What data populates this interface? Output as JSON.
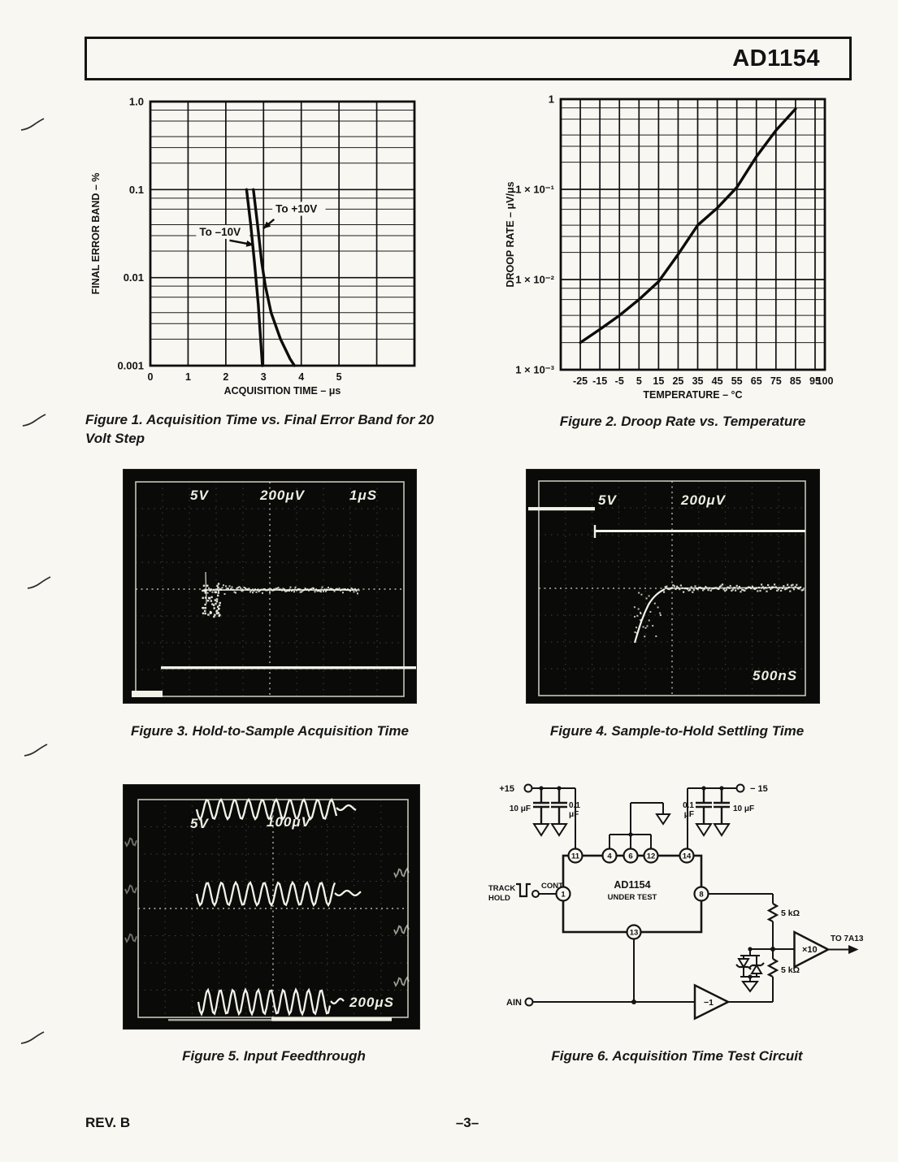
{
  "header": {
    "title": "AD1154"
  },
  "footer": {
    "rev": "REV. B",
    "page": "–3–"
  },
  "figures": {
    "fig1": {
      "caption": "Figure 1. Acquisition Time vs. Final Error Band for 20 Volt Step"
    },
    "fig2": {
      "caption": "Figure 2. Droop Rate vs. Temperature"
    },
    "fig3": {
      "caption": "Figure 3. Hold-to-Sample Acquisition Time",
      "labels": {
        "ch1": "5V",
        "ch2": "200μV",
        "time": "1μS"
      }
    },
    "fig4": {
      "caption": "Figure 4. Sample-to-Hold Settling Time",
      "labels": {
        "ch1": "5V",
        "ch2": "200μV",
        "time": "500nS"
      }
    },
    "fig5": {
      "caption": "Figure 5. Input Feedthrough",
      "labels": {
        "ch1": "5V",
        "ch2": "100μV",
        "time": "200μS"
      }
    },
    "fig6": {
      "caption": "Figure 6. Acquisition Time Test Circuit",
      "labels": {
        "vplus": "+15",
        "vminus": "− 15",
        "c1": "10 μF",
        "c2a": "0.1",
        "c2b": "μF",
        "c3a": "0.1",
        "c3b": "μF",
        "c4": "10 μF",
        "track": "TRACK",
        "hold": "HOLD",
        "cont": "CONT",
        "device": "AD1154",
        "under": "UNDER TEST",
        "r1": "5 kΩ",
        "r2": "5 kΩ",
        "inv": "−1",
        "gain": "×10",
        "out": "TO 7A13",
        "ain": "AIN"
      },
      "pins": {
        "p1": "1",
        "p4": "4",
        "p6": "6",
        "p8": "8",
        "p11": "11",
        "p12": "12",
        "p13": "13",
        "p14": "14"
      }
    }
  },
  "chart_data": [
    {
      "type": "line",
      "title": "Acquisition Time vs. Final Error Band for 20 Volt Step",
      "xlabel": "ACQUISITION TIME – μs",
      "ylabel": "FINAL ERROR BAND – %",
      "xlim": [
        0,
        7
      ],
      "x_grid": [
        0,
        1,
        2,
        3,
        4,
        5,
        6,
        7
      ],
      "x_ticks": [
        0,
        1,
        2,
        3,
        4,
        5
      ],
      "ylog": true,
      "ylim": [
        0.001,
        1.0
      ],
      "y_ticks": [
        1.0,
        0.1,
        0.01,
        0.001
      ],
      "y_tick_labels": [
        "1.0",
        "0.1",
        "0.01",
        "0.001"
      ],
      "grid": true,
      "legend": "inline-annotations",
      "series": [
        {
          "name": "To –10V",
          "points": [
            [
              2.55,
              0.1
            ],
            [
              2.66,
              0.04
            ],
            [
              2.76,
              0.015
            ],
            [
              2.86,
              0.005
            ],
            [
              2.93,
              0.0018
            ],
            [
              2.97,
              0.001
            ]
          ]
        },
        {
          "name": "To +10V",
          "points": [
            [
              2.73,
              0.1
            ],
            [
              2.84,
              0.04
            ],
            [
              2.95,
              0.015
            ],
            [
              3.05,
              0.008
            ],
            [
              3.2,
              0.004
            ],
            [
              3.45,
              0.002
            ],
            [
              3.7,
              0.0012
            ],
            [
              3.82,
              0.001
            ]
          ]
        }
      ],
      "annotations": [
        {
          "text": "To +10V",
          "tx": 3.32,
          "ty": 0.055,
          "ax": 3.28,
          "ay": 0.046,
          "bx": 2.99,
          "by": 0.036
        },
        {
          "text": "To –10V",
          "tx": 1.3,
          "ty": 0.03,
          "ax": 2.1,
          "ay": 0.0265,
          "bx": 2.74,
          "by": 0.0235
        }
      ]
    },
    {
      "type": "line",
      "title": "Droop Rate vs. Temperature",
      "xlabel": "TEMPERATURE – °C",
      "ylabel": "DROOP RATE – μV/μs",
      "xlim": [
        -35,
        100
      ],
      "x_grid": [
        -35,
        -25,
        -15,
        -5,
        5,
        15,
        25,
        35,
        45,
        55,
        65,
        75,
        85,
        95
      ],
      "x_ticks": [
        -25,
        -15,
        -5,
        5,
        15,
        25,
        35,
        45,
        55,
        65,
        75,
        85,
        95,
        100
      ],
      "ylog": true,
      "ylim": [
        0.001,
        1.0
      ],
      "y_ticks": [
        1.0,
        0.1,
        0.01,
        0.001
      ],
      "y_tick_labels": [
        "1",
        "1 × 10⁻¹",
        "1 × 10⁻²",
        "1 × 10⁻³"
      ],
      "grid": true,
      "points": [
        [
          -25,
          0.002
        ],
        [
          -15,
          0.0028
        ],
        [
          -5,
          0.004
        ],
        [
          5,
          0.006
        ],
        [
          15,
          0.0095
        ],
        [
          25,
          0.019
        ],
        [
          35,
          0.04
        ],
        [
          45,
          0.062
        ],
        [
          55,
          0.105
        ],
        [
          65,
          0.23
        ],
        [
          75,
          0.45
        ],
        [
          85,
          0.78
        ]
      ]
    }
  ]
}
